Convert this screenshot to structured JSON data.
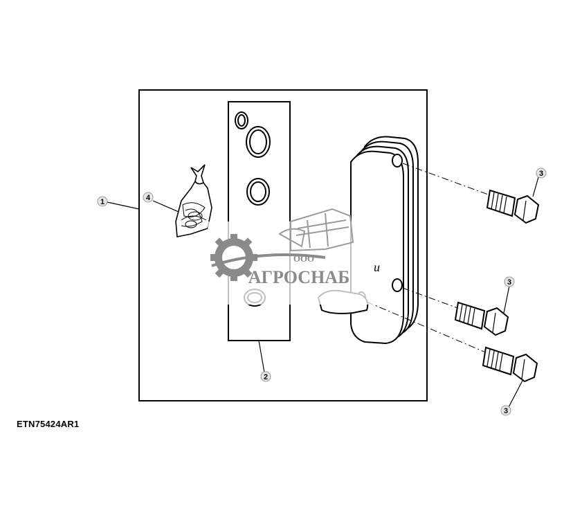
{
  "figure_id": "ETN75424AR1",
  "callouts": {
    "c1": "1",
    "c2": "2",
    "c3a": "3",
    "c3b": "3",
    "c3c": "3",
    "c4": "4"
  },
  "watermark": {
    "small_text": "ООО",
    "brand_text": "АГРОСНАБ"
  },
  "stray_letter": "и",
  "colors": {
    "line": "#000000",
    "watermark": "#8a8a8a",
    "callout_fill": "#e6e6e6"
  },
  "icons": [
    "gear-icon",
    "harvester-icon",
    "bag-icon",
    "bolt-icon",
    "gasket-icon"
  ]
}
